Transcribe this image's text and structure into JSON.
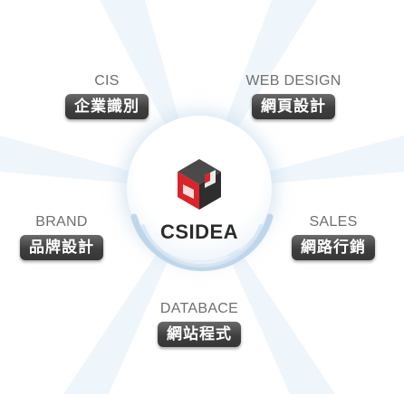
{
  "center": {
    "brand": "CSIDEA",
    "logo_icon": "csidea-cube-logo-icon"
  },
  "colors": {
    "pill_background": "#444444",
    "pill_text": "#ffffff",
    "label_text": "#6f6f6f",
    "logo_red": "#d9242a",
    "logo_dark": "#2e2e2e",
    "ring_blue": "#b9d3e8"
  },
  "nodes": {
    "cis": {
      "label": "CIS",
      "button": "企業識別"
    },
    "web_design": {
      "label": "WEB DESIGN",
      "button": "網頁設計"
    },
    "brand": {
      "label": "BRAND",
      "button": "品牌設計"
    },
    "sales": {
      "label": "SALES",
      "button": "網路行銷"
    },
    "database": {
      "label": "DATABACE",
      "button": "網站程式"
    }
  }
}
